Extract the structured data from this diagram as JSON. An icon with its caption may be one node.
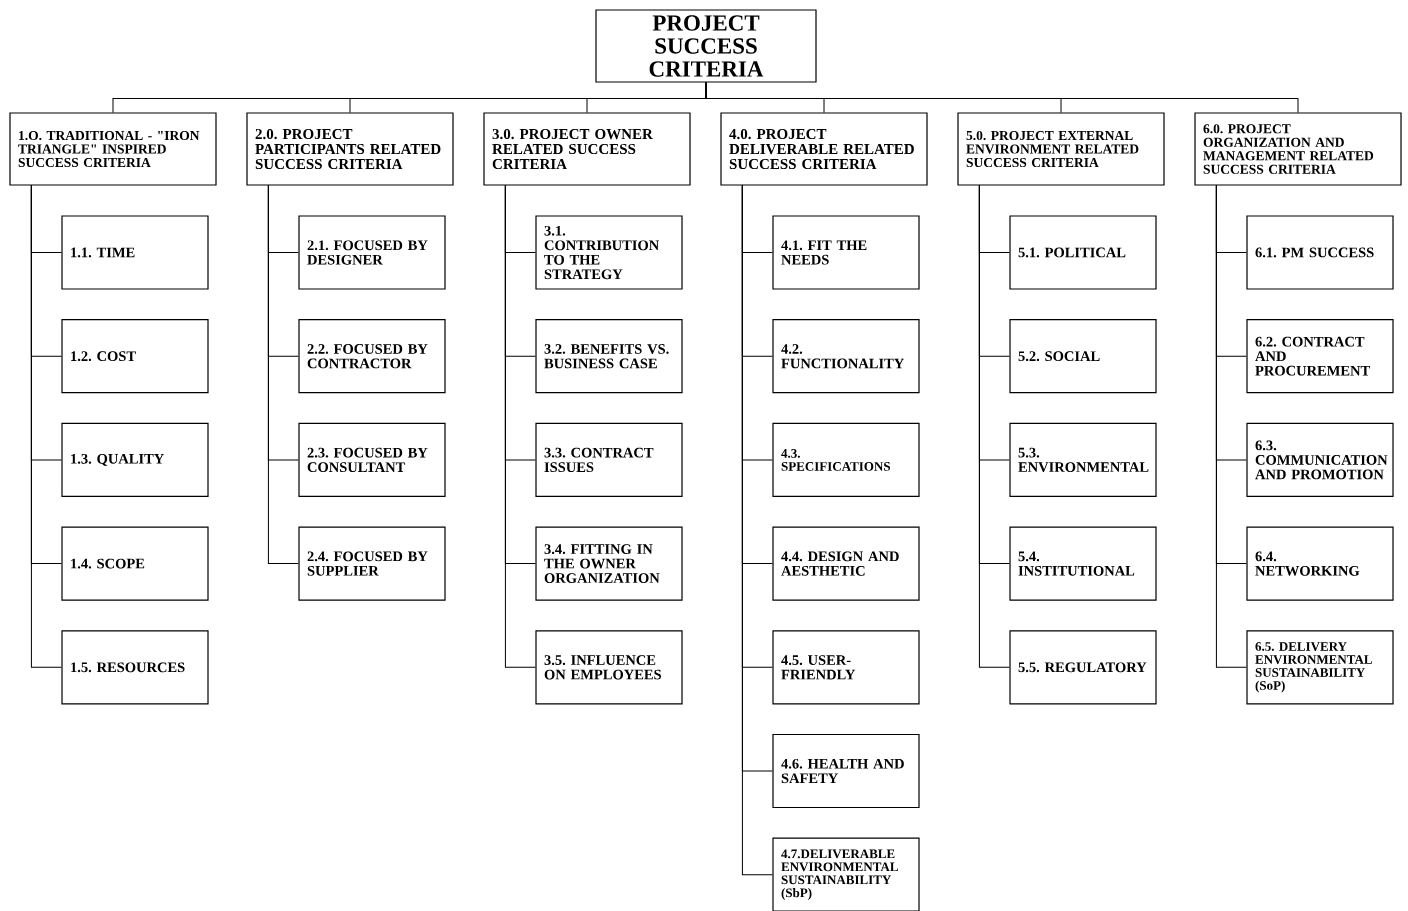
{
  "diagram": {
    "nodes": [
      {
        "text": [
          "PROJECT SUCCESS CRITERIA"
        ]
      },
      {
        "text": [
          "1.O. TRADITIONAL - \"IRON TRIANGLE\" INSPIRED SUCCESS CRITERIA"
        ]
      },
      {
        "text": [
          "1.1. TIME"
        ]
      },
      {
        "text": [
          "1.2. COST"
        ]
      },
      {
        "text": [
          "1.3. QUALITY"
        ]
      },
      {
        "text": [
          "1.4. SCOPE"
        ]
      },
      {
        "text": [
          "1.5. RESOURCES"
        ]
      },
      {
        "text": [
          "2.0. PROJECT PARTICIPANTS RELATED SUCCESS CRITERIA"
        ]
      },
      {
        "text": [
          "2.1. FOCUSED BY DESIGNER"
        ]
      },
      {
        "text": [
          "2.2. FOCUSED BY CONTRACTOR"
        ]
      },
      {
        "text": [
          "2.3. FOCUSED BY CONSULTANT"
        ]
      },
      {
        "text": [
          "2.4. FOCUSED BY SUPPLIER"
        ]
      },
      {
        "text": [
          "3.0. PROJECT OWNER RELATED SUCCESS CRITERIA"
        ]
      },
      {
        "text": [
          "3.1. CONTRIBUTION TO THE STRATEGY"
        ]
      },
      {
        "text": [
          "3.2. BENEFITS VS. BUSINESS CASE"
        ]
      },
      {
        "text": [
          "3.3. CONTRACT ISSUES"
        ]
      },
      {
        "text": [
          "3.4. FITTING IN THE OWNER ORGANIZATION"
        ]
      },
      {
        "text": [
          "3.5. INFLUENCE ON EMPLOYEES"
        ]
      },
      {
        "text": [
          "4.0. PROJECT DELIVERABLE RELATED SUCCESS CRITERIA"
        ]
      },
      {
        "text": [
          "4.1. FIT THE NEEDS"
        ]
      },
      {
        "text": [
          "4.2. FUNCTIONALITY"
        ]
      },
      {
        "text": [
          "4.3. SPECIFICATIONS"
        ]
      },
      {
        "text": [
          "4.4. DESIGN AND AESTHETIC"
        ]
      },
      {
        "text": [
          "4.5. USER-FRIENDLY"
        ]
      },
      {
        "text": [
          "4.6. HEALTH AND SAFETY"
        ]
      },
      {
        "text": [
          "4.7.DELIVERABLE ENVIRONMENTAL SUSTAINABILITY (SbP)"
        ]
      },
      {
        "text": [
          "5.0. PROJECT EXTERNAL ENVIRONMENT RELATED SUCCESS CRITERIA"
        ]
      },
      {
        "text": [
          "5.1. POLITICAL"
        ]
      },
      {
        "text": [
          "5.2. SOCIAL"
        ]
      },
      {
        "text": [
          "5.3. ENVIRONMENTAL"
        ]
      },
      {
        "text": [
          "5.4. INSTITUTIONAL"
        ]
      },
      {
        "text": [
          "5.5. REGULATORY"
        ]
      },
      {
        "text": [
          "6.0. PROJECT ORGANIZATION AND MANAGEMENT RELATED SUCCESS CRITERIA"
        ]
      },
      {
        "text": [
          "6.1. PM SUCCESS"
        ]
      },
      {
        "text": [
          "6.2. CONTRACT AND PROCUREMENT"
        ]
      },
      {
        "text": [
          "6.3. COMMUNICATION AND PROMOTION"
        ]
      },
      {
        "text": [
          "6.4. NETWORKING"
        ]
      },
      {
        "text": [
          "6.5. DELIVERY ENVIRONMENTAL SUSTAINABILITY (SoP)"
        ]
      }
    ],
    "edges": [
      {
        "from": 0,
        "to": 1,
        "arrow": "none"
      },
      {
        "from": 0,
        "to": 7,
        "arrow": "none"
      },
      {
        "from": 0,
        "to": 12,
        "arrow": "none"
      },
      {
        "from": 0,
        "to": 18,
        "arrow": "none"
      },
      {
        "from": 0,
        "to": 26,
        "arrow": "none"
      },
      {
        "from": 0,
        "to": 32,
        "arrow": "none"
      },
      {
        "from": 1,
        "to": 2,
        "arrow": "none"
      },
      {
        "from": 1,
        "to": 3,
        "arrow": "none"
      },
      {
        "from": 1,
        "to": 4,
        "arrow": "none"
      },
      {
        "from": 1,
        "to": 5,
        "arrow": "none"
      },
      {
        "from": 1,
        "to": 6,
        "arrow": "none"
      },
      {
        "from": 7,
        "to": 8,
        "arrow": "none"
      },
      {
        "from": 7,
        "to": 9,
        "arrow": "none"
      },
      {
        "from": 7,
        "to": 10,
        "arrow": "none"
      },
      {
        "from": 7,
        "to": 11,
        "arrow": "none"
      },
      {
        "from": 12,
        "to": 13,
        "arrow": "none"
      },
      {
        "from": 12,
        "to": 14,
        "arrow": "none"
      },
      {
        "from": 12,
        "to": 15,
        "arrow": "none"
      },
      {
        "from": 12,
        "to": 16,
        "arrow": "none"
      },
      {
        "from": 12,
        "to": 17,
        "arrow": "none"
      },
      {
        "from": 18,
        "to": 19,
        "arrow": "none"
      },
      {
        "from": 18,
        "to": 20,
        "arrow": "none"
      },
      {
        "from": 18,
        "to": 21,
        "arrow": "none"
      },
      {
        "from": 18,
        "to": 22,
        "arrow": "none"
      },
      {
        "from": 18,
        "to": 23,
        "arrow": "none"
      },
      {
        "from": 18,
        "to": 24,
        "arrow": "none"
      },
      {
        "from": 18,
        "to": 25,
        "arrow": "none"
      },
      {
        "from": 26,
        "to": 27,
        "arrow": "none"
      },
      {
        "from": 26,
        "to": 28,
        "arrow": "none"
      },
      {
        "from": 26,
        "to": 29,
        "arrow": "none"
      },
      {
        "from": 26,
        "to": 30,
        "arrow": "none"
      },
      {
        "from": 26,
        "to": 31,
        "arrow": "none"
      },
      {
        "from": 32,
        "to": 33,
        "arrow": "none"
      },
      {
        "from": 32,
        "to": 34,
        "arrow": "none"
      },
      {
        "from": 32,
        "to": 35,
        "arrow": "none"
      },
      {
        "from": 32,
        "to": 36,
        "arrow": "none"
      },
      {
        "from": 32,
        "to": 37,
        "arrow": "none"
      }
    ]
  }
}
